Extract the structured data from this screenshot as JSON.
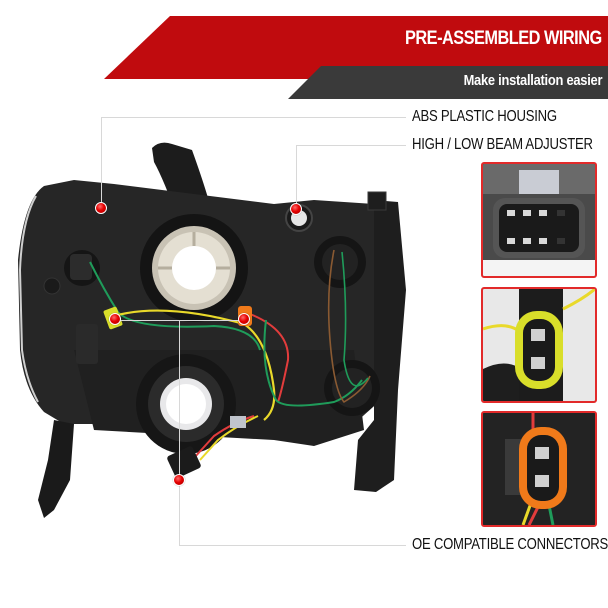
{
  "banner": {
    "title": "PRE-ASSEMBLED WIRING",
    "subtitle": "Make installation easier",
    "title_bg": "#c00b0e",
    "subtitle_bg": "#3a3a3a"
  },
  "features": [
    {
      "label": "ABS PLASTIC HOUSING"
    },
    {
      "label": "HIGH / LOW BEAM ADJUSTER"
    },
    {
      "label": "OE COMPATIBLE CONNECTORS"
    }
  ],
  "thumbnails": [
    {
      "name": "multi-pin-connector",
      "connector_color": "#3c3c3c"
    },
    {
      "name": "yellow-two-pin-connector",
      "connector_color": "#d9de2a"
    },
    {
      "name": "orange-two-pin-connector",
      "connector_color": "#f07a1a"
    }
  ],
  "colors": {
    "accent": "#e22a2a",
    "callout_dot": "#e60000",
    "callout_line": "#d8d8d8"
  }
}
